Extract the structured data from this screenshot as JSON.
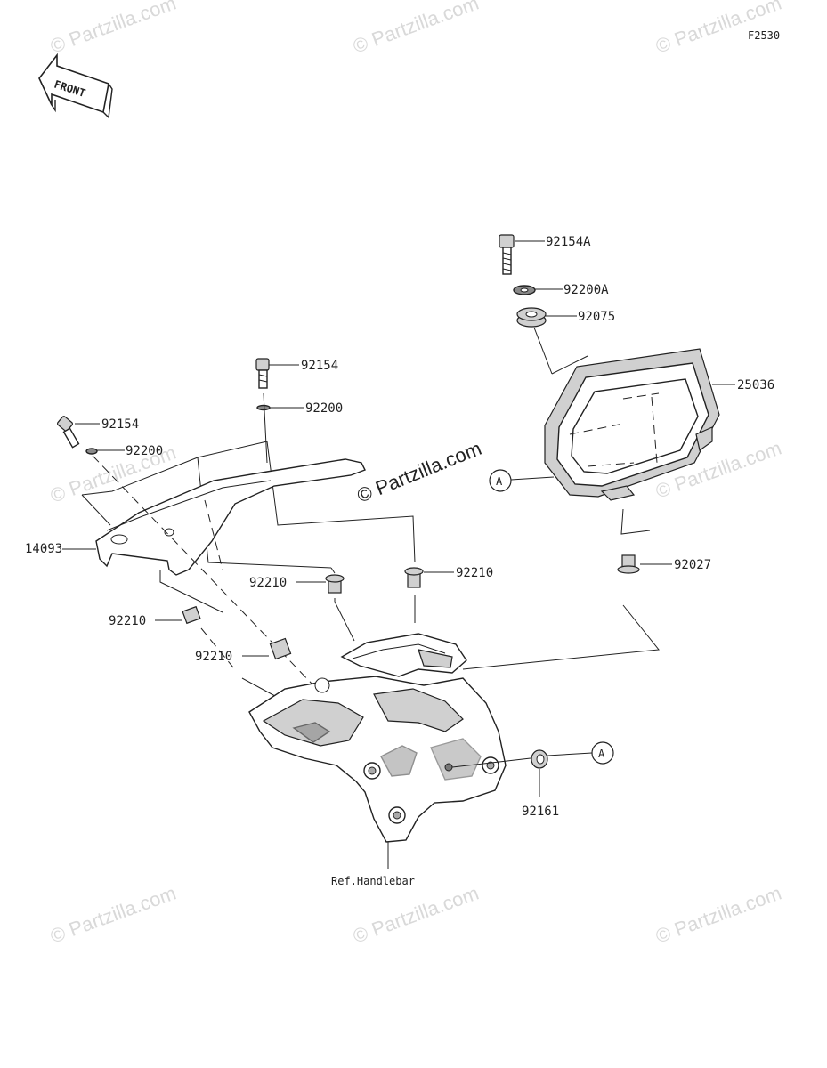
{
  "diagram": {
    "code": "F2530",
    "front_label": "FRONT",
    "watermark": "© Partzilla.com",
    "center_watermark": "© Partzilla.com",
    "ref_label": "Ref.Handlebar",
    "callout_a": "A",
    "parts": [
      {
        "id": "p-92154A",
        "number": "92154A"
      },
      {
        "id": "p-92200A",
        "number": "92200A"
      },
      {
        "id": "p-92075",
        "number": "92075"
      },
      {
        "id": "p-25036",
        "number": "25036"
      },
      {
        "id": "p-92027",
        "number": "92027"
      },
      {
        "id": "p-92154-mid",
        "number": "92154"
      },
      {
        "id": "p-92200-mid",
        "number": "92200"
      },
      {
        "id": "p-92154-left",
        "number": "92154"
      },
      {
        "id": "p-92200-left",
        "number": "92200"
      },
      {
        "id": "p-14093",
        "number": "14093"
      },
      {
        "id": "p-92210-a",
        "number": "92210"
      },
      {
        "id": "p-92210-b",
        "number": "92210"
      },
      {
        "id": "p-92210-c",
        "number": "92210"
      },
      {
        "id": "p-92210-d",
        "number": "92210"
      },
      {
        "id": "p-92161",
        "number": "92161"
      }
    ]
  }
}
